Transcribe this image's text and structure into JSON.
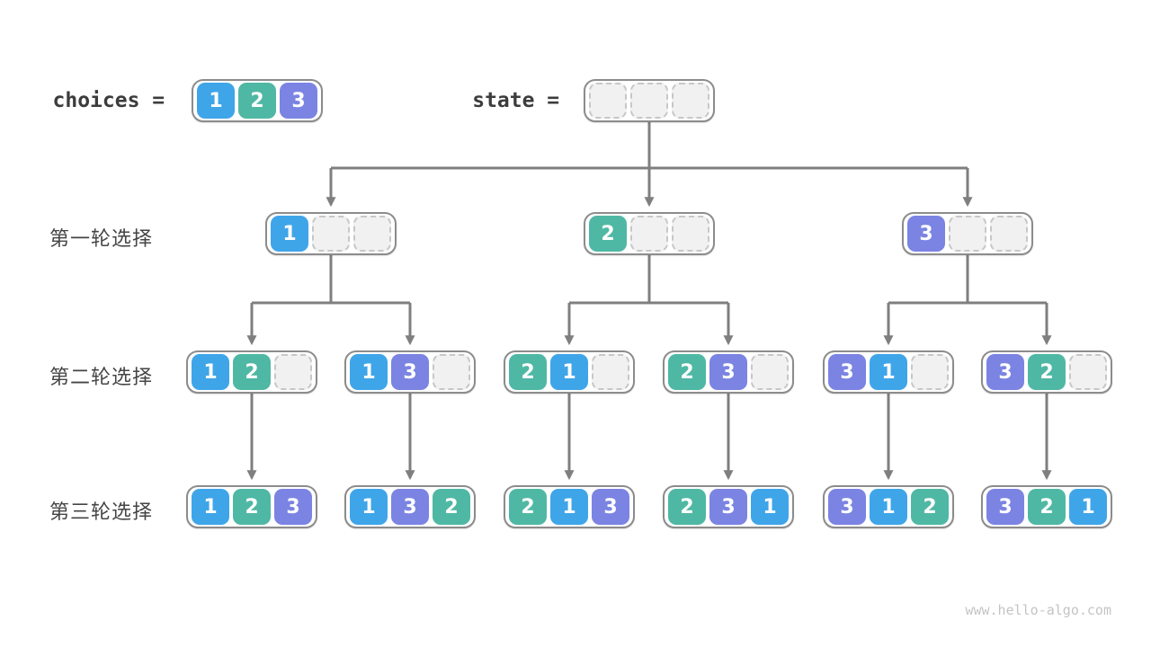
{
  "labels": {
    "choices": "choices = ",
    "state": "state = ",
    "round1": "第一轮选择",
    "round2": "第二轮选择",
    "round3": "第三轮选择"
  },
  "colors": {
    "1": "#3fa5e9",
    "2": "#4fb8a4",
    "3": "#7b84e2",
    "empty_fill": "#f1f1f1",
    "empty_border": "#c7c7c7",
    "node_border": "#8c8c8c",
    "arrow": "#7f7f7f"
  },
  "choices": {
    "cells": [
      "1",
      "2",
      "3"
    ]
  },
  "state": {
    "cells": [
      "",
      "",
      ""
    ]
  },
  "rounds": [
    {
      "label": "第一轮选择",
      "nodes": [
        [
          "1",
          "",
          ""
        ],
        [
          "2",
          "",
          ""
        ],
        [
          "3",
          "",
          ""
        ]
      ]
    },
    {
      "label": "第二轮选择",
      "nodes": [
        [
          "1",
          "2",
          ""
        ],
        [
          "1",
          "3",
          ""
        ],
        [
          "2",
          "1",
          ""
        ],
        [
          "2",
          "3",
          ""
        ],
        [
          "3",
          "1",
          ""
        ],
        [
          "3",
          "2",
          ""
        ]
      ]
    },
    {
      "label": "第三轮选择",
      "nodes": [
        [
          "1",
          "2",
          "3"
        ],
        [
          "1",
          "3",
          "2"
        ],
        [
          "2",
          "1",
          "3"
        ],
        [
          "2",
          "3",
          "1"
        ],
        [
          "3",
          "1",
          "2"
        ],
        [
          "3",
          "2",
          "1"
        ]
      ]
    }
  ],
  "footer": {
    "watermark": "www.hello-algo.com"
  }
}
